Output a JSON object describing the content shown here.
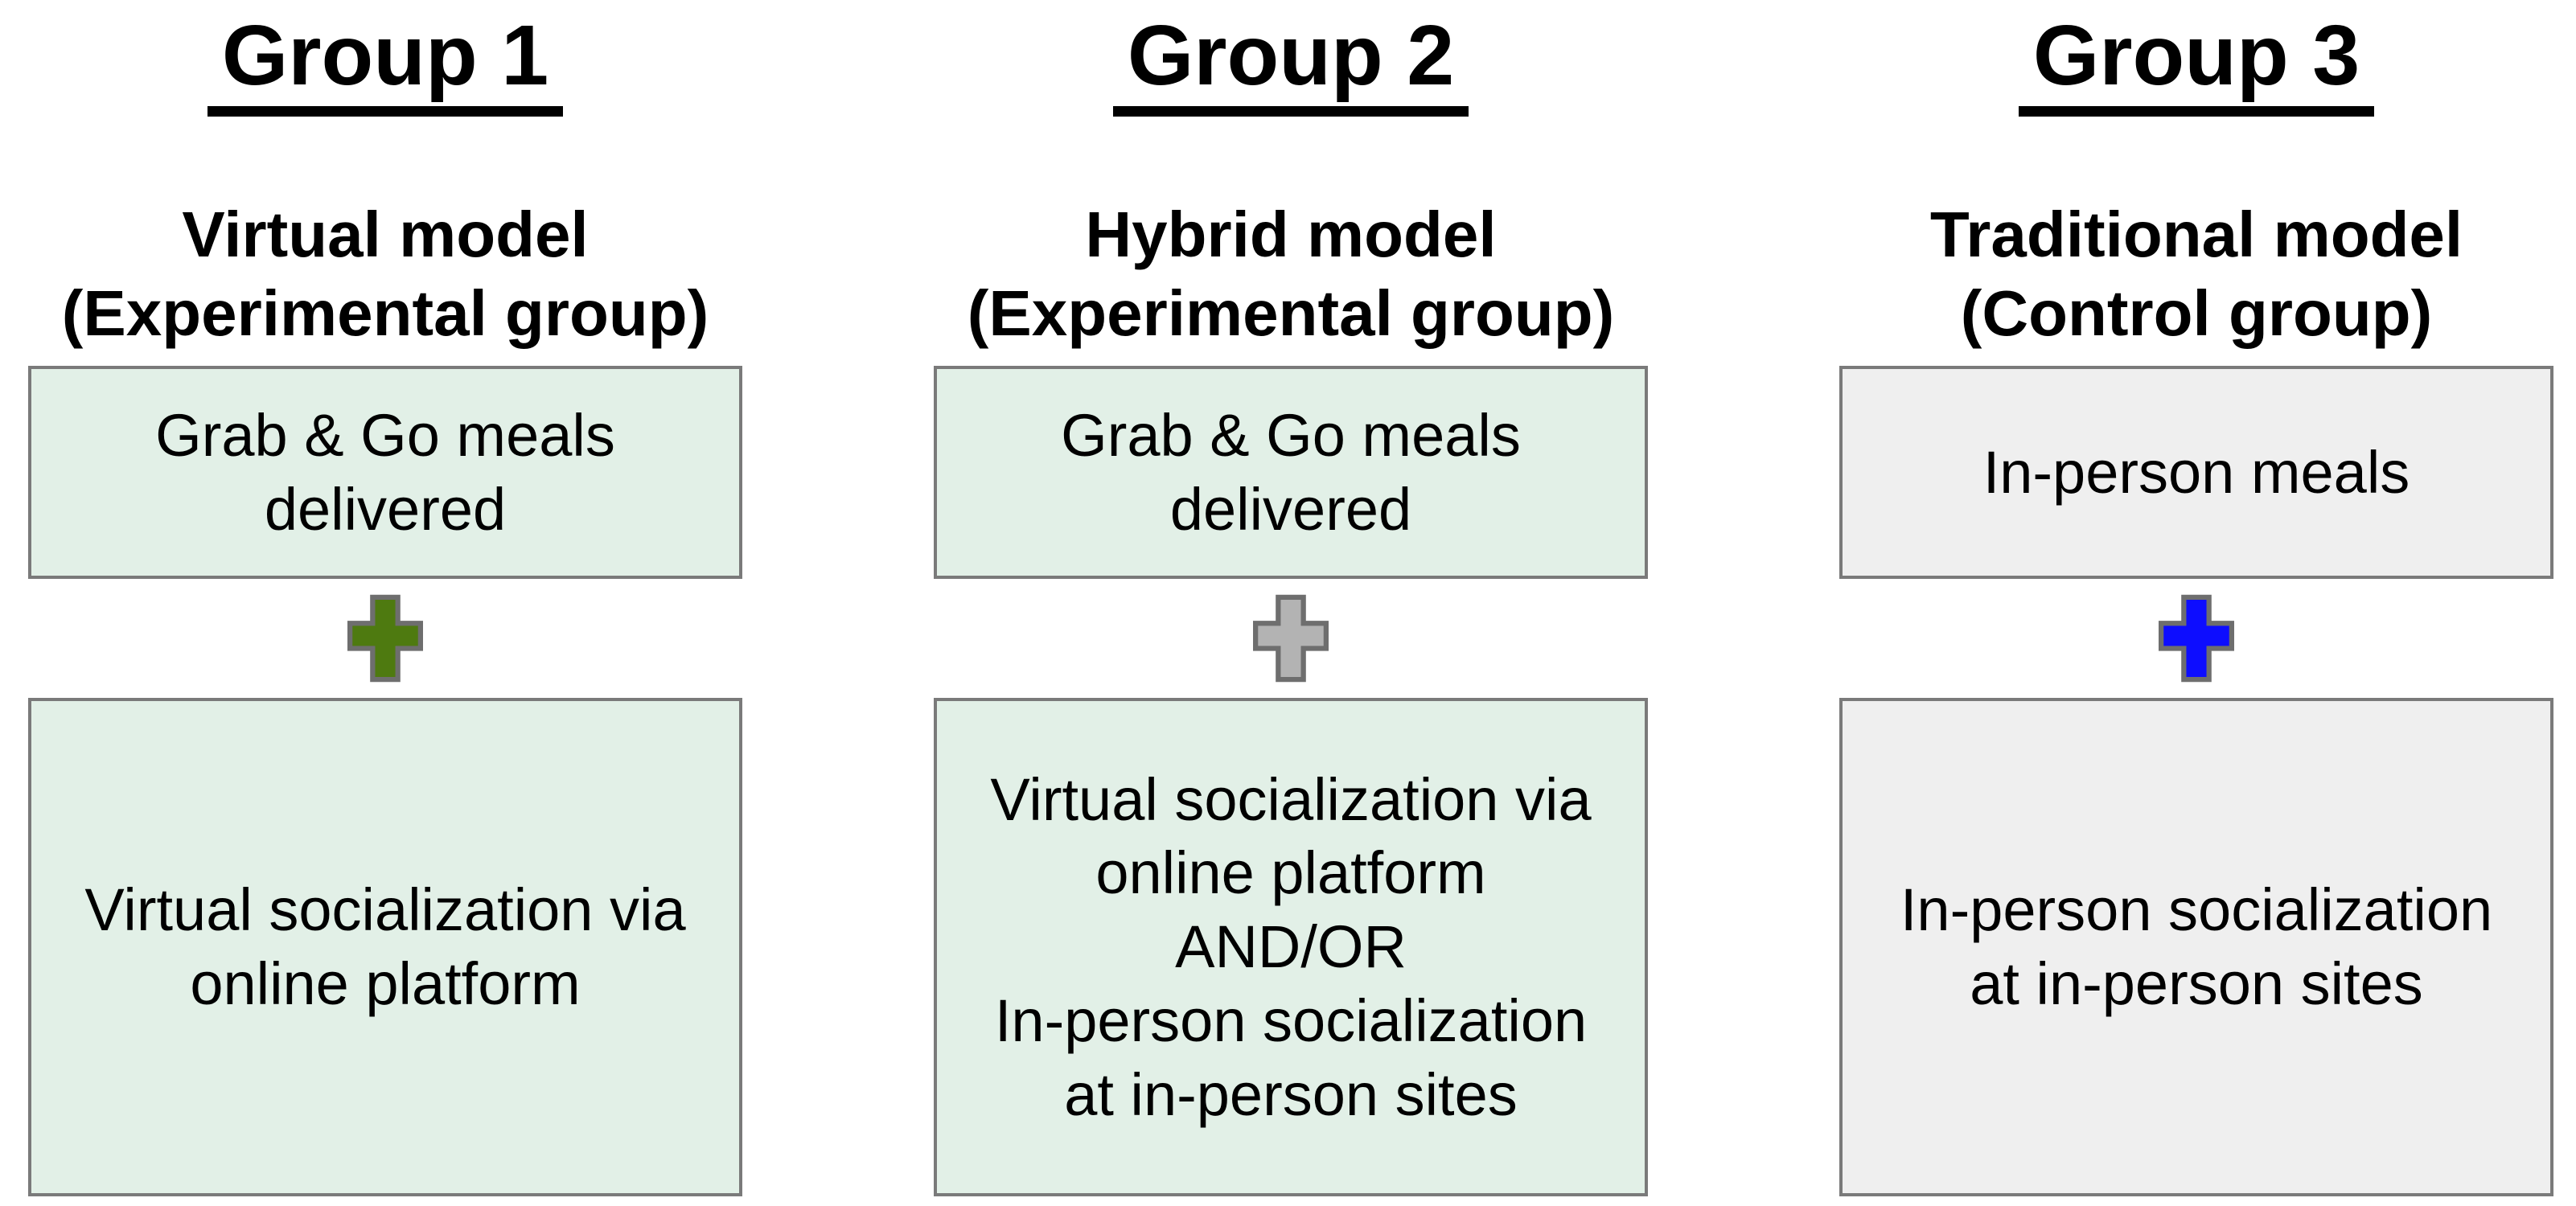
{
  "page": {
    "background_color": "#ffffff",
    "text_color": "#000000",
    "box_border_color": "#7a7a7a",
    "plus_outline_color": "#6e6e6e",
    "title_underline_color": "#000000"
  },
  "columns": [
    {
      "id": "group-1",
      "title": "Group 1",
      "model_name": "Virtual model",
      "model_qualifier": "(Experimental group)",
      "box_fill": "#e2f0e7",
      "box1_lines": [
        "Grab & Go meals",
        "delivered"
      ],
      "plus_icon": "plus-icon",
      "plus_color": "#4e7a10",
      "box2_lines": [
        "Virtual socialization via",
        "online platform"
      ]
    },
    {
      "id": "group-2",
      "title": "Group 2",
      "model_name": "Hybrid model",
      "model_qualifier": "(Experimental group)",
      "box_fill": "#e2f0e7",
      "box1_lines": [
        "Grab & Go meals",
        "delivered"
      ],
      "plus_icon": "plus-icon",
      "plus_color": "#b3b3b3",
      "box2_lines": [
        "Virtual socialization via",
        "online platform",
        "AND/OR",
        "In-person socialization",
        "at in-person sites"
      ]
    },
    {
      "id": "group-3",
      "title": "Group 3",
      "model_name": "Traditional model",
      "model_qualifier": "(Control group)",
      "box_fill": "#efefef",
      "box1_lines": [
        "In-person meals"
      ],
      "plus_icon": "plus-icon",
      "plus_color": "#0d0dff",
      "box2_lines": [
        "In-person socialization",
        "at in-person sites"
      ]
    }
  ]
}
